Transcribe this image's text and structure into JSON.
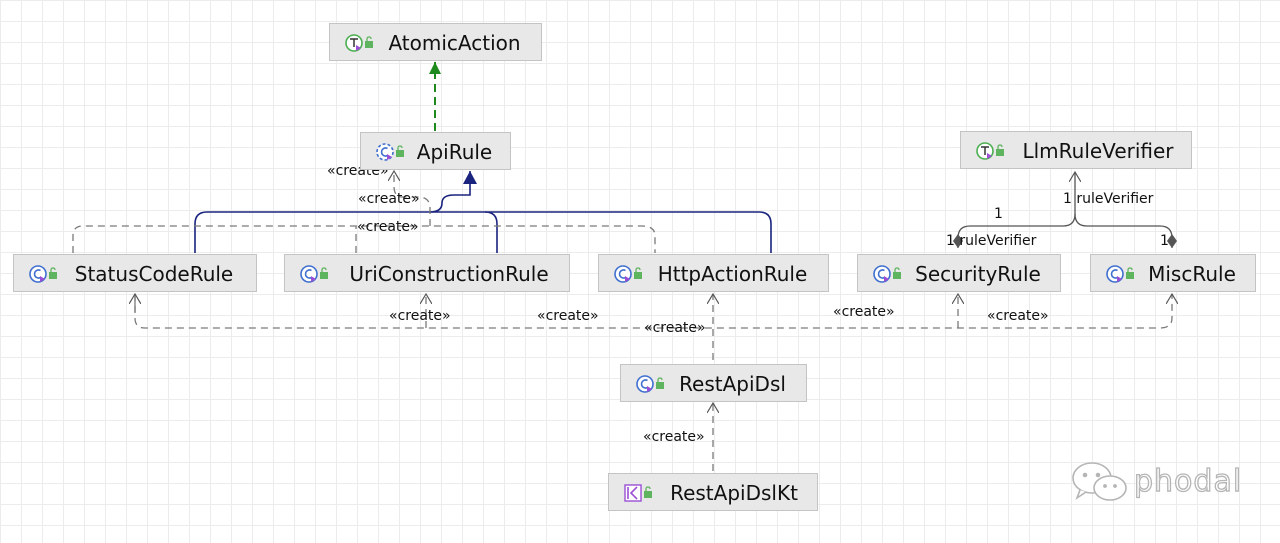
{
  "classes": {
    "atomic_action": {
      "name": "AtomicAction",
      "kind": "interface"
    },
    "api_rule": {
      "name": "ApiRule",
      "kind": "abstract-class"
    },
    "llm_rule_verifier": {
      "name": "LlmRuleVerifier",
      "kind": "interface"
    },
    "status_code_rule": {
      "name": "StatusCodeRule",
      "kind": "class"
    },
    "uri_construction_rule": {
      "name": "UriConstructionRule",
      "kind": "class"
    },
    "http_action_rule": {
      "name": "HttpActionRule",
      "kind": "class"
    },
    "security_rule": {
      "name": "SecurityRule",
      "kind": "class"
    },
    "misc_rule": {
      "name": "MiscRule",
      "kind": "class"
    },
    "rest_api_dsl": {
      "name": "RestApiDsl",
      "kind": "class"
    },
    "rest_api_dsl_kt": {
      "name": "RestApiDslKt",
      "kind": "kotlin-file"
    }
  },
  "labels": {
    "create": "«create»",
    "rule_verifier": "ruleVerifier",
    "one": "1",
    "one_rule_verifier": "1 ruleVerifier"
  },
  "colors": {
    "realization": "#1e8a1e",
    "inheritance": "#1a237e",
    "dependency": "#7a7a7a",
    "association": "#555555",
    "interface_icon": "#4caf50",
    "class_icon": "#3f6fcf",
    "kotlin_icon": "#9c4fd6",
    "lock_icon": "#5fb55f"
  },
  "watermark": {
    "text": "phodal",
    "icon": "wechat-icon"
  }
}
